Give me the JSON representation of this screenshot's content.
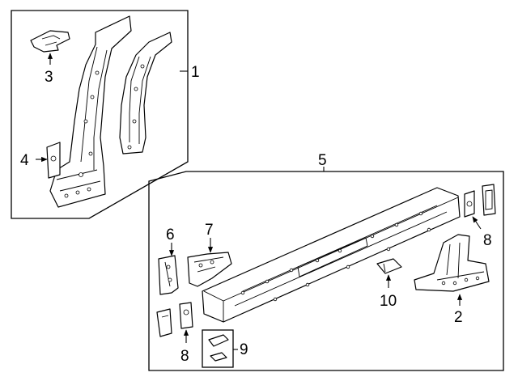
{
  "callouts": [
    {
      "id": "c1",
      "label": "1"
    },
    {
      "id": "c2",
      "label": "2"
    },
    {
      "id": "c3",
      "label": "3"
    },
    {
      "id": "c4",
      "label": "4"
    },
    {
      "id": "c5",
      "label": "5"
    },
    {
      "id": "c6",
      "label": "6"
    },
    {
      "id": "c7",
      "label": "7"
    },
    {
      "id": "c8a",
      "label": "8"
    },
    {
      "id": "c8b",
      "label": "8"
    },
    {
      "id": "c9",
      "label": "9"
    },
    {
      "id": "c10",
      "label": "10"
    }
  ]
}
